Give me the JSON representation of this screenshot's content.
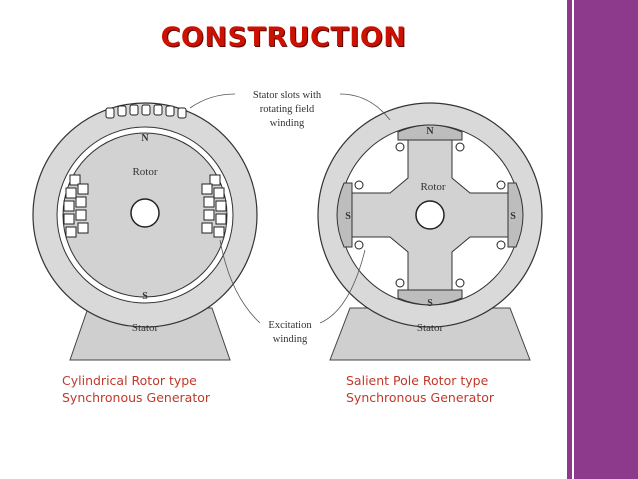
{
  "slide": {
    "title": "CONSTRUCTION",
    "accent_color": "#cc1100",
    "sidebar_color": "#8e3a8c"
  },
  "diagram": {
    "callout_top": [
      "Stator slots with",
      "rotating field",
      "winding"
    ],
    "callout_bottom": [
      "Excitation",
      "winding"
    ],
    "left_machine": {
      "rotor_label": "Rotor",
      "stator_label": "Stator",
      "north_label": "N",
      "south_label": "S"
    },
    "right_machine": {
      "rotor_label": "Rotor",
      "stator_label": "Stator",
      "north_label": "N",
      "south_label": "S",
      "left_pole_label": "S",
      "right_pole_label": "S"
    }
  },
  "captions": {
    "left": [
      "Cylindrical Rotor type",
      "Synchronous Generator"
    ],
    "right": [
      "Salient Pole Rotor type",
      "Synchronous Generator"
    ]
  }
}
